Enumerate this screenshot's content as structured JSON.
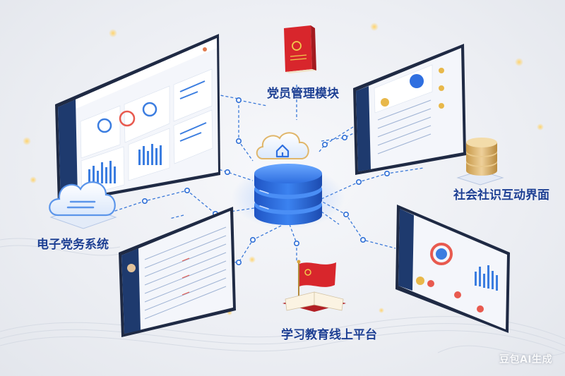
{
  "labels": {
    "member_module": "党员管理模块",
    "social_interface": "社会社识互动界面",
    "e_party_system": "电子党务系统",
    "learning_platform": "学习教育线上平台"
  },
  "watermark": "豆包AI生成",
  "colors": {
    "label_blue": "#1d3f93",
    "dashed_line": "#3a78d8",
    "node": "#2f6fd6",
    "server_blue": "#2563d8",
    "party_red": "#d8262c",
    "gold": "#d9a640",
    "screen_frame": "#1f2a44",
    "screen_sidebar": "#1e3a6e"
  },
  "icons": [
    "cloud-icon",
    "database-server-icon",
    "red-book-icon",
    "gold-server-icon",
    "red-flag-icon",
    "open-book-icon",
    "home-icon"
  ]
}
